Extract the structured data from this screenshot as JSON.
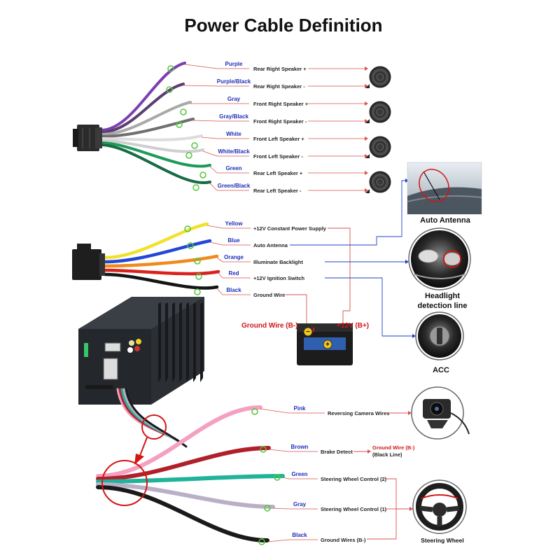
{
  "title": "Power Cable Definition",
  "colors": {
    "label_blue": "#1f2fb8",
    "line_red": "#d9534f",
    "line_blue": "#2340c8",
    "marker_green": "#53c63a",
    "text_red": "#d31515"
  },
  "speaker_wires": [
    {
      "color_name": "Purple",
      "function": "Rear Right Speaker +",
      "wire": "#7d3fb0"
    },
    {
      "color_name": "Purple/Black",
      "function": "Rear Right Speaker -",
      "wire": "#5b3f70"
    },
    {
      "color_name": "Gray",
      "function": "Front Right Speaker +",
      "wire": "#a9a9a9"
    },
    {
      "color_name": "Gray/Black",
      "function": "Front Right Speaker -",
      "wire": "#6f6f6f"
    },
    {
      "color_name": "White",
      "function": "Front Left Speaker +",
      "wire": "#e9e9e9"
    },
    {
      "color_name": "White/Black",
      "function": "Front Left Speaker -",
      "wire": "#cfcfcf"
    },
    {
      "color_name": "Green",
      "function": "Rear Left Speaker +",
      "wire": "#1d9a5a"
    },
    {
      "color_name": "Green/Black",
      "function": "Rear Left Speaker -",
      "wire": "#176b45"
    }
  ],
  "power_wires": [
    {
      "color_name": "Yellow",
      "function": "+12V Constant Power Supply",
      "wire": "#f2e12b"
    },
    {
      "color_name": "Blue",
      "function": "Auto Antenna",
      "wire": "#2346d6"
    },
    {
      "color_name": "Orange",
      "function": "Illuminate Backlight",
      "wire": "#f08a1c"
    },
    {
      "color_name": "Red",
      "function": "+12V Ignition Switch",
      "wire": "#d8221c"
    },
    {
      "color_name": "Black",
      "function": "Ground Wire",
      "wire": "#151515"
    }
  ],
  "aux_wires": [
    {
      "color_name": "Pink",
      "function": "Reversing Camera Wires",
      "wire": "#f4a0c0"
    },
    {
      "color_name": "Brown",
      "function": "Brake Detect",
      "wire": "#b0202a"
    },
    {
      "color_name": "Green",
      "function": "Steering Wheel Control (2)",
      "wire": "#20b39a"
    },
    {
      "color_name": "Gray",
      "function": "Steering Wheel Control (1)",
      "wire": "#b9b0c8"
    },
    {
      "color_name": "Black",
      "function": "Ground Wires (B-)",
      "wire": "#1a1a1a"
    }
  ],
  "battery": {
    "ground_label": "Ground Wire (B-)",
    "positive_label": "+12V  (B+)"
  },
  "brake": {
    "ground_label": "Ground Wire (B-)",
    "sub_label": "(Black Line)"
  },
  "captions": {
    "antenna": "Auto Antenna",
    "headlight_line1": "Headlight",
    "headlight_line2": "detection line",
    "acc": "ACC",
    "steering": "Steering Wheel"
  }
}
